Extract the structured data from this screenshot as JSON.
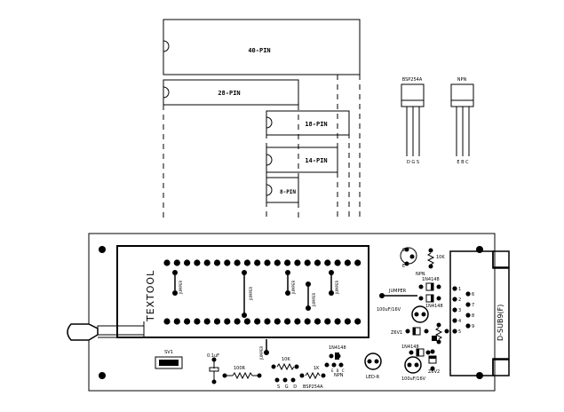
{
  "chips": {
    "pin40": "40-PIN",
    "pin28": "28-PIN",
    "pin18": "18-PIN",
    "pin14": "14-PIN",
    "pin8": "8-PIN"
  },
  "transistors": {
    "bsp": {
      "name": "BSP254A",
      "pins": "D G S"
    },
    "npn": {
      "name": "NPN",
      "pins": "E B C"
    }
  },
  "board": {
    "socket_brand": "TEXTOOL",
    "jumper": "JUMPER",
    "dsub": "D-SUB9(F)",
    "dsub_pins": [
      "1",
      "6",
      "2",
      "7",
      "3",
      "8",
      "4",
      "9",
      "5"
    ],
    "sv1": "SV1",
    "cap_01uf": "0.1uF",
    "r_100r": "100R",
    "r_10k": "10K",
    "r_1k": "1K",
    "bsp_pins": "S G D",
    "bsp_name": "BSP254A",
    "npn": "NPN",
    "npn_pins": "E B C",
    "diode_1n4148": "1N4148",
    "led": "LED-R",
    "cap_100uf": "100uF/16V",
    "zener1": "Z6V1",
    "zener2": "Z6V2",
    "npn_top": "NPN",
    "r_10k_top": "10K",
    "pin_c": "C",
    "pin_e": "E"
  }
}
